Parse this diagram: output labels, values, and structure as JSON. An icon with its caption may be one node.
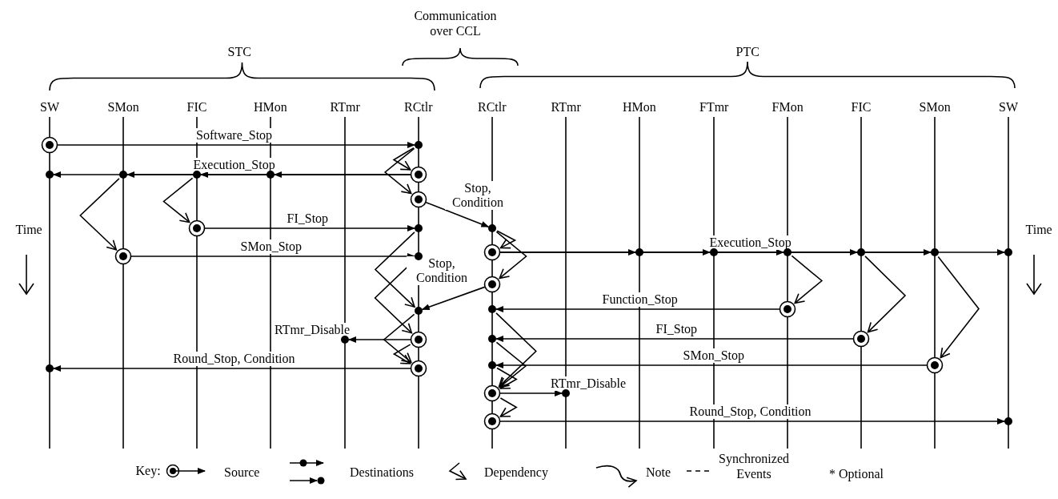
{
  "diagram": {
    "nodes": [
      {
        "text": [],
        "shape": "circle"
      },
      {
        "text": [],
        "shape": "circle"
      },
      {
        "text": [],
        "shape": "circle"
      },
      {
        "text": [],
        "shape": "circle"
      },
      {
        "text": [],
        "shape": "circle"
      },
      {
        "text": [],
        "shape": "circle"
      },
      {
        "text": [],
        "shape": "circle"
      },
      {
        "text": [],
        "shape": "circle"
      },
      {
        "text": [],
        "shape": "circle"
      },
      {
        "text": [],
        "shape": "circle"
      },
      {
        "text": [],
        "shape": "circle"
      },
      {
        "text": [],
        "shape": "circle"
      },
      {
        "text": [],
        "shape": "circle"
      },
      {
        "text": [],
        "shape": "circle"
      },
      {
        "text": [],
        "shape": "circle"
      },
      {
        "text": [],
        "shape": "circle"
      },
      {
        "text": [],
        "shape": "circle"
      },
      {
        "text": [],
        "shape": "circle"
      },
      {
        "text": [],
        "shape": "circle"
      },
      {
        "text": [],
        "shape": "circle"
      },
      {
        "text": [],
        "shape": "circle"
      },
      {
        "text": [],
        "shape": "circle"
      },
      {
        "text": [],
        "shape": "circle"
      },
      {
        "text": [],
        "shape": "circle"
      },
      {
        "text": [],
        "shape": "circle"
      },
      {
        "text": [],
        "shape": "circle"
      },
      {
        "text": [],
        "shape": "circle"
      },
      {
        "text": [],
        "shape": "circle"
      },
      {
        "text": [],
        "shape": "circle"
      },
      {
        "text": [],
        "shape": "circle"
      },
      {
        "text": [],
        "shape": "circle"
      },
      {
        "text": [],
        "shape": "circle"
      },
      {
        "text": [],
        "shape": "circle"
      },
      {
        "text": [],
        "shape": "circle"
      },
      {
        "text": [],
        "shape": "circle"
      },
      {
        "text": [],
        "shape": "circle"
      }
    ],
    "edges": [
      {
        "from": 0,
        "to": 1,
        "arrow": "to",
        "label": "Software_Stop"
      },
      {
        "from": 6,
        "to": 2,
        "arrow": "to",
        "label": "Execution_Stop"
      },
      {
        "from": 6,
        "to": 3,
        "arrow": "to"
      },
      {
        "from": 6,
        "to": 4,
        "arrow": "to"
      },
      {
        "from": 6,
        "to": 5,
        "arrow": "to"
      },
      {
        "from": 7,
        "to": 10,
        "arrow": "to",
        "label": "Stop, Condition"
      },
      {
        "from": 8,
        "to": 9,
        "arrow": "to",
        "label": "FI_Stop"
      },
      {
        "from": 11,
        "to": 17,
        "arrow": "to",
        "label": "Execution_Stop"
      },
      {
        "from": 11,
        "to": 12,
        "arrow": "to"
      },
      {
        "from": 11,
        "to": 13,
        "arrow": "to"
      },
      {
        "from": 11,
        "to": 14,
        "arrow": "to"
      },
      {
        "from": 11,
        "to": 15,
        "arrow": "to"
      },
      {
        "from": 11,
        "to": 16,
        "arrow": "to"
      },
      {
        "from": 18,
        "to": 19,
        "arrow": "to",
        "label": "SMon_Stop"
      },
      {
        "from": 20,
        "to": 21,
        "arrow": "to",
        "label": "Stop, Condition"
      },
      {
        "from": 23,
        "to": 22,
        "arrow": "to",
        "label": "Function_Stop"
      },
      {
        "from": 25,
        "to": 24,
        "arrow": "to",
        "label": "RTmr_Disable"
      },
      {
        "from": 27,
        "to": 26,
        "arrow": "to",
        "label": "FI_Stop"
      },
      {
        "from": 29,
        "to": 28,
        "arrow": "to",
        "label": "SMon_Stop"
      },
      {
        "from": 31,
        "to": 30,
        "arrow": "to",
        "label": "Round_Stop, Condition"
      },
      {
        "from": 32,
        "to": 33,
        "arrow": "to",
        "label": "RTmr_Disable"
      },
      {
        "from": 34,
        "to": 35,
        "arrow": "to",
        "label": "Round_Stop, Condition"
      },
      {
        "from": 1,
        "to": 6,
        "arrow": "to"
      },
      {
        "from": 1,
        "to": 7,
        "arrow": "to"
      },
      {
        "from": 3,
        "to": 18,
        "arrow": "to"
      },
      {
        "from": 4,
        "to": 8,
        "arrow": "to"
      },
      {
        "from": 9,
        "to": 21,
        "arrow": "to"
      },
      {
        "from": 19,
        "to": 25,
        "arrow": "to"
      },
      {
        "from": 21,
        "to": 31,
        "arrow": "to"
      },
      {
        "from": 25,
        "to": 31,
        "arrow": "to"
      },
      {
        "from": 10,
        "to": 11,
        "arrow": "to"
      },
      {
        "from": 10,
        "to": 20,
        "arrow": "to"
      },
      {
        "from": 14,
        "to": 23,
        "arrow": "to"
      },
      {
        "from": 15,
        "to": 27,
        "arrow": "to"
      },
      {
        "from": 16,
        "to": 29,
        "arrow": "to"
      },
      {
        "from": 22,
        "to": 32,
        "arrow": "to"
      },
      {
        "from": 26,
        "to": 32,
        "arrow": "to"
      },
      {
        "from": 28,
        "to": 32,
        "arrow": "to"
      },
      {
        "from": 32,
        "to": 34,
        "arrow": "to"
      }
    ],
    "labels": [
      "Communication over CCL",
      "STC",
      "PTC",
      "SW",
      "SMon",
      "FIC",
      "HMon",
      "RTmr",
      "RCtlr",
      "RCtlr",
      "RTmr",
      "HMon",
      "FTmr",
      "FMon",
      "FIC",
      "SMon",
      "SW",
      "Time",
      "Time",
      "Key:",
      "* Optional"
    ],
    "legend": [
      {
        "text": "Source"
      },
      {
        "text": "Destinations"
      },
      {
        "text": "Dependency"
      },
      {
        "text": "Note"
      },
      {
        "text": "Synchronized Events"
      }
    ]
  }
}
